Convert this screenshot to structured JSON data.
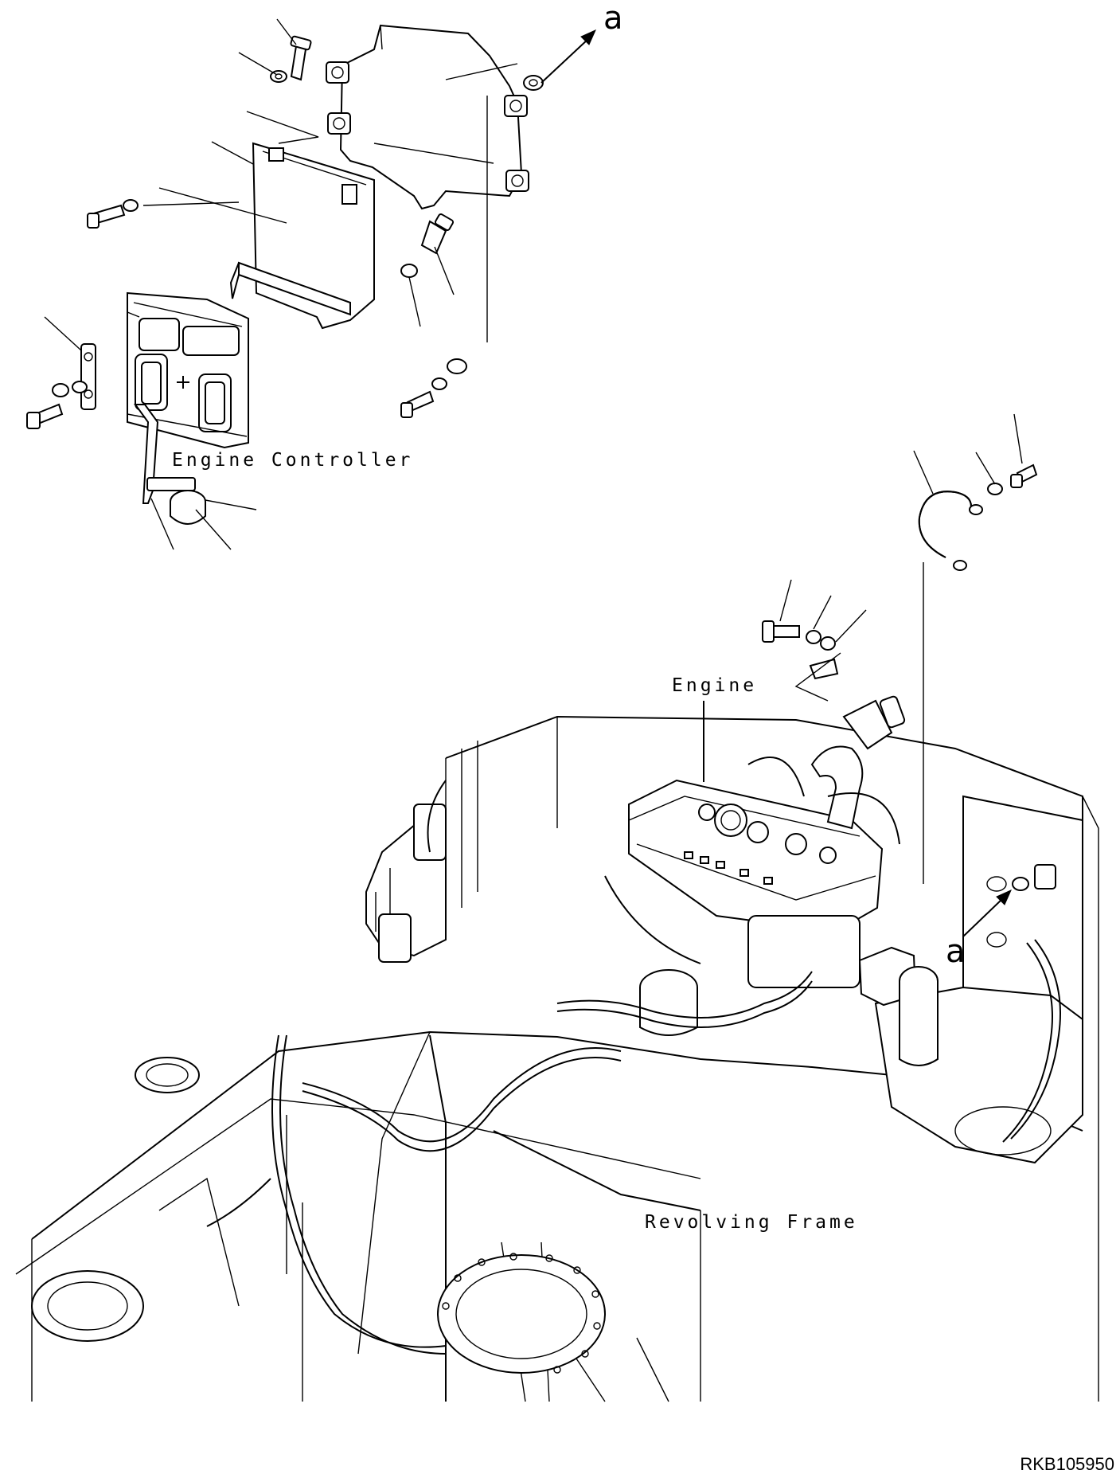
{
  "labels": {
    "engine_controller": "Engine Controller",
    "engine": "Engine",
    "revolving_frame": "Revolving Frame",
    "callout_a_top": "a",
    "callout_a_bottom": "a",
    "drawing_code": "RKB105950"
  },
  "icons": {
    "callout_arrow": "arrow-icon",
    "bolt": "bolt-icon",
    "washer": "washer-icon",
    "nut": "nut-icon",
    "clamp": "clamp-icon"
  },
  "colors": {
    "line": "#000000",
    "background": "#ffffff"
  }
}
